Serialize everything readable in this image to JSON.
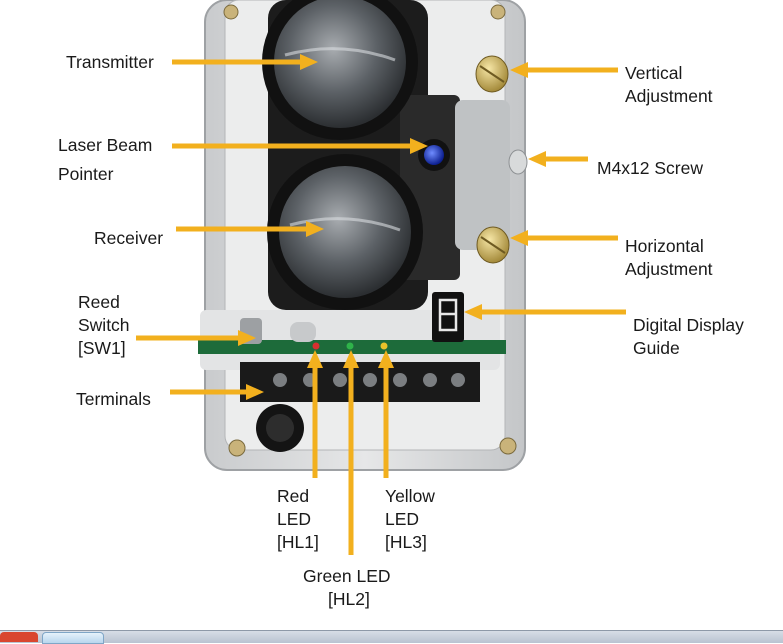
{
  "labels": {
    "transmitter": "Transmitter",
    "laser_beam": "Laser Beam",
    "pointer": "Pointer",
    "receiver": "Receiver",
    "reed": "Reed",
    "switch": "Switch",
    "sw1": "[SW1]",
    "terminals": "Terminals",
    "vertical": "Vertical",
    "vertical_adj": "Adjustment",
    "screw": "M4x12 Screw",
    "horizontal": "Horizontal",
    "horizontal_adj": "Adjustment",
    "digital": "Digital Display",
    "guide": "Guide",
    "red": "Red",
    "red_led": "LED",
    "hl1": "[HL1]",
    "yellow": "Yellow",
    "yellow_led": "LED",
    "hl3": "[HL3]",
    "green_led": "Green LED",
    "hl2": "[HL2]"
  },
  "colors": {
    "arrow": "#f2b01e",
    "housing": "#d9dbdc",
    "lens_frame": "#1c1c1c",
    "pcb": "#1d6b3a"
  },
  "icons": [
    "laser-pointer-icon",
    "digital-display-icon",
    "adjustment-screw-icon"
  ]
}
